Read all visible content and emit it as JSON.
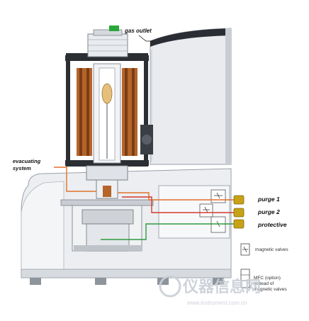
{
  "labels": {
    "gas_outlet": "gas outlet",
    "evacuating": "evacuating",
    "system": "system",
    "purge1": "purge 1",
    "purge2": "purge 2",
    "protective": "protective"
  },
  "legend": {
    "magnetic_valves": "magnetic valves",
    "mfc_line1": "MFC (option)",
    "mfc_line2": "instead of",
    "mfc_line3": "magnetic valves"
  },
  "watermark": {
    "text": "仪器信息网",
    "url": "www.instrument.com.cn"
  },
  "colors": {
    "body": "#e8eaee",
    "body_dark": "#b9bec6",
    "panel": "#23262b",
    "furnace_copper": "#b5642a",
    "line_orange": "#e0702a",
    "line_red": "#d43a2e",
    "line_green": "#2e9a3e",
    "fitting_gold": "#c8a216",
    "outlet_green": "#27a83a"
  }
}
